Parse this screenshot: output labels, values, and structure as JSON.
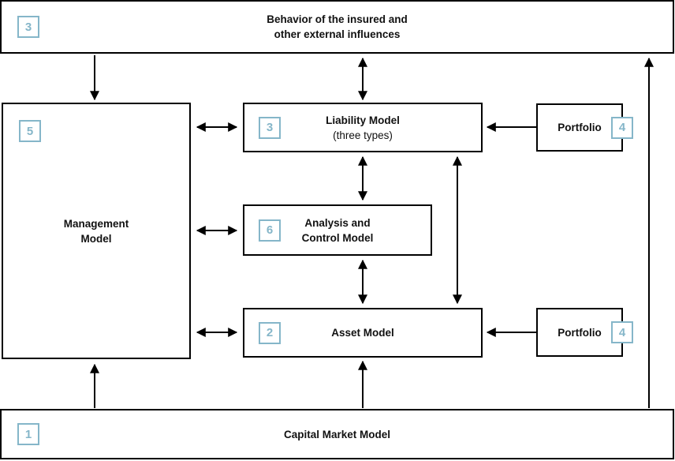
{
  "diagram": {
    "colors": {
      "background": "#ffffff",
      "box_border": "#000000",
      "arrow": "#000000",
      "badge_accent": "#85b6c9",
      "text": "#111111"
    },
    "nodes": {
      "behavior": {
        "badge": "3",
        "line1": "Behavior of the insured and",
        "line2": "other external influences"
      },
      "management": {
        "badge": "5",
        "line1": "Management",
        "line2": "Model"
      },
      "liability": {
        "badge": "3",
        "line1": "Liability Model",
        "line2": "(three types)"
      },
      "portfolio_top": {
        "badge": "4",
        "label": "Portfolio"
      },
      "analysis": {
        "badge": "6",
        "line1": "Analysis and",
        "line2": "Control Model"
      },
      "asset": {
        "badge": "2",
        "label": "Asset Model"
      },
      "portfolio_bottom": {
        "badge": "4",
        "label": "Portfolio"
      },
      "capital": {
        "badge": "1",
        "label": "Capital Market Model"
      }
    }
  }
}
